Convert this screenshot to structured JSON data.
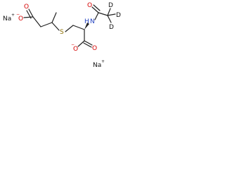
{
  "molecule": {
    "atoms": {
      "carboxylate_left_O_double": "O",
      "carboxylate_left_O_minus": "O",
      "sulfur": "S",
      "amide_N": "N",
      "amide_H": "H",
      "amide_O": "O",
      "deuterium_1": "D",
      "deuterium_2": "D",
      "deuterium_3": "D",
      "carboxylate_right_O_double": "O",
      "carboxylate_right_O_minus": "O"
    },
    "charges": {
      "left_carboxylate": "−",
      "right_carboxylate": "−"
    },
    "counterions": {
      "top_left": "Na",
      "top_left_charge": "+",
      "bottom_right": "Na",
      "bottom_right_charge": "+"
    }
  },
  "colors": {
    "oxygen": "#d40000",
    "sulfur": "#8a6d00",
    "nitrogen": "#1f3fbf",
    "bond": "#222222"
  }
}
